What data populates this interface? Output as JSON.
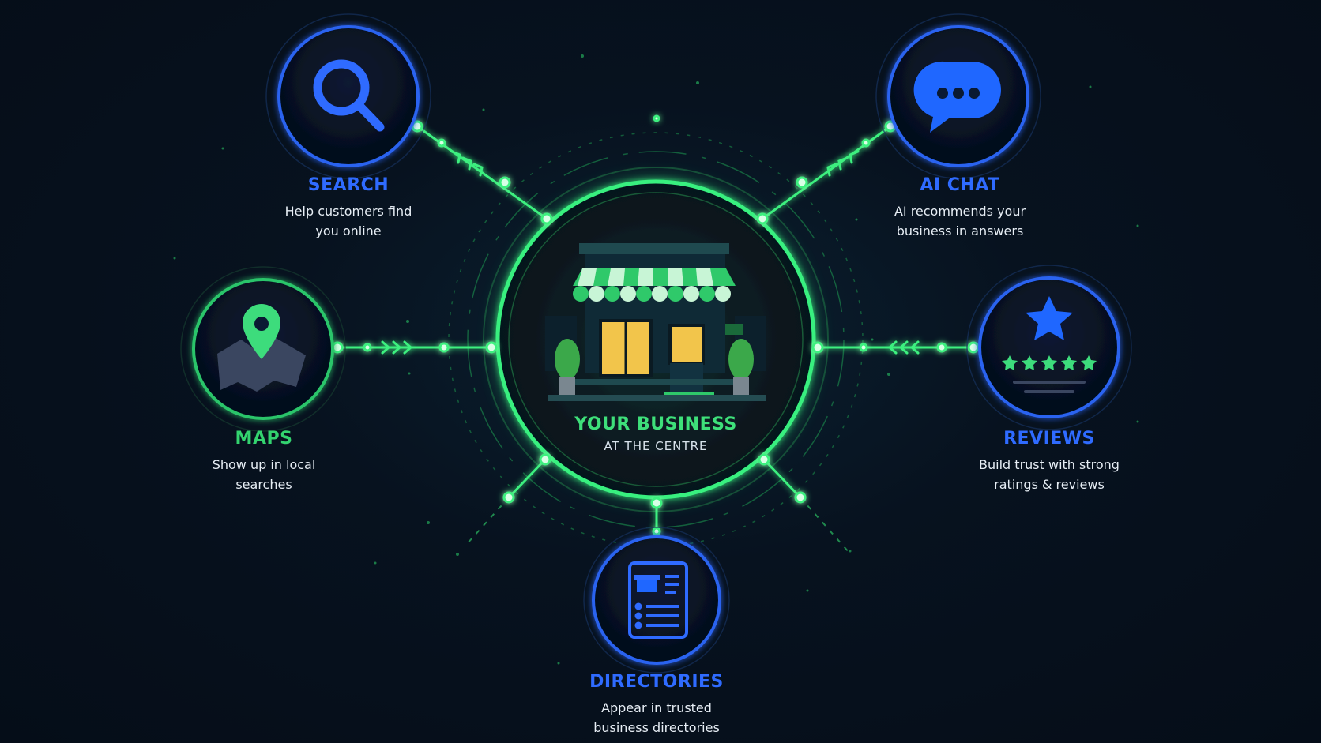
{
  "center": {
    "title": "YOUR BUSINESS",
    "subtitle": "AT THE CENTRE"
  },
  "nodes": {
    "search": {
      "title": "SEARCH",
      "desc1": "Help customers find",
      "desc2": "you online"
    },
    "ai_chat": {
      "title": "AI CHAT",
      "desc1": "AI recommends your",
      "desc2": "business in answers"
    },
    "maps": {
      "title": "MAPS",
      "desc1": "Show up in local",
      "desc2": "searches"
    },
    "reviews": {
      "title": "REVIEWS",
      "desc1": "Build trust with strong",
      "desc2": "ratings & reviews"
    },
    "directories": {
      "title": "DIRECTORIES",
      "desc1": "Appear in trusted",
      "desc2": "business directories"
    }
  },
  "icons": {
    "search": "magnifier-icon",
    "ai_chat": "chat-bubble-icon",
    "maps": "map-pin-icon",
    "reviews": "star-rating-icon",
    "directories": "directory-listing-icon",
    "center": "storefront-icon"
  },
  "colors": {
    "blue": "#2f6bff",
    "green": "#33d36f",
    "background": "#06101c"
  }
}
